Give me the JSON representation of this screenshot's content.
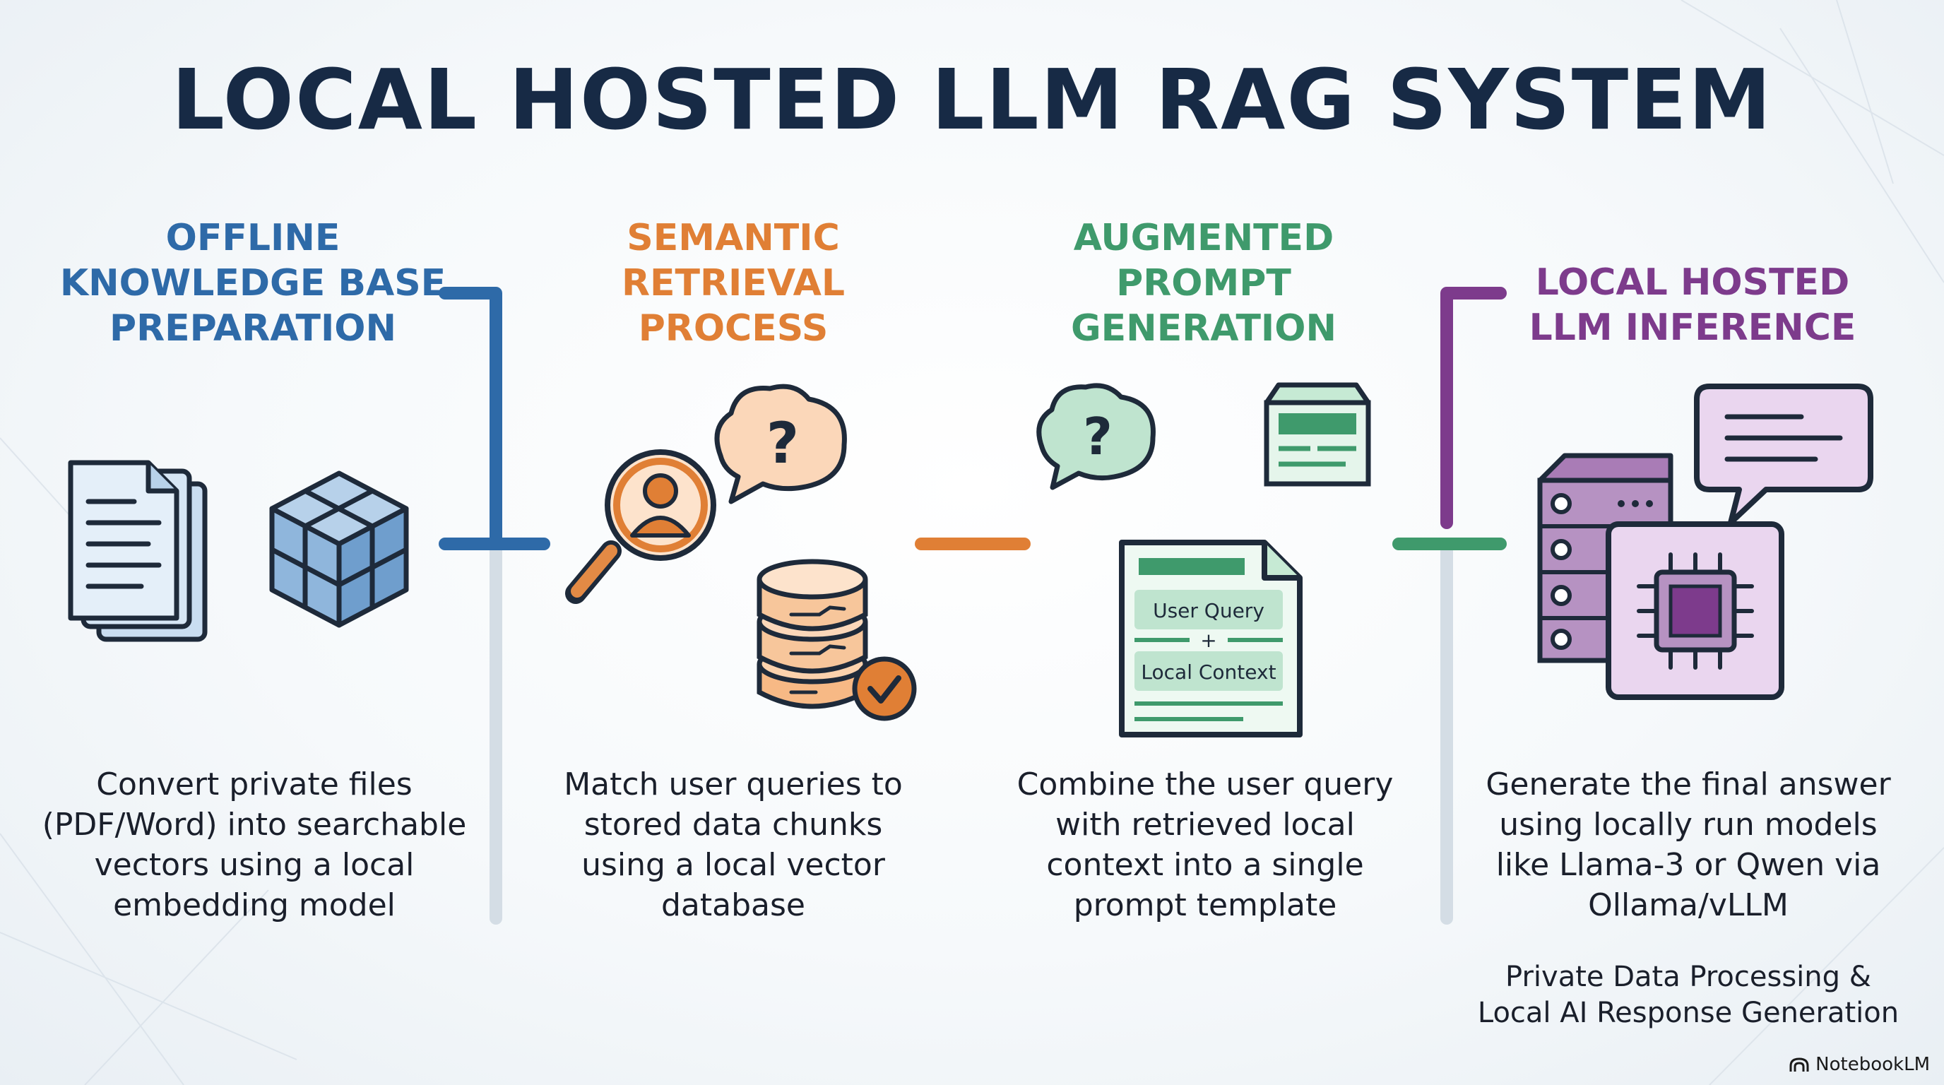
{
  "title": "LOCAL HOSTED LLM RAG SYSTEM",
  "colors": {
    "title": "#172a45",
    "stage1": "#2e6aa8",
    "stage2": "#e07f35",
    "stage3": "#3f9a6c",
    "stage4": "#7d3b8c"
  },
  "stages": [
    {
      "heading": "OFFLINE\nKNOWLEDGE BASE\nPREPARATION",
      "description": "Convert private files\n(PDF/Word) into searchable\nvectors using a local\nembedding model",
      "icons": [
        "documents-icon",
        "cube-icon"
      ]
    },
    {
      "heading": "SEMANTIC\nRETRIEVAL\nPROCESS",
      "description": "Match user queries to\nstored data chunks\nusing a local vector\ndatabase",
      "icons": [
        "question-bubble-icon",
        "magnifier-user-icon",
        "database-check-icon"
      ]
    },
    {
      "heading": "AUGMENTED\nPROMPT\nGENERATION",
      "description": "Combine the user query\nwith retrieved local\ncontext into a single\nprompt template",
      "prompt_card": {
        "query_label": "User Query",
        "plus": "+",
        "context_label": "Local Context"
      },
      "icons": [
        "question-bubble-icon",
        "window-icon",
        "prompt-template-icon"
      ]
    },
    {
      "heading": "LOCAL HOSTED\nLLM INFERENCE",
      "description": "Generate the final answer\nusing locally run models\nlike Llama-3 or Qwen via\nOllama/vLLM",
      "icons": [
        "server-icon",
        "chip-icon",
        "chat-bubble-icon"
      ]
    }
  ],
  "footer_note": "Private Data Processing &\nLocal AI Response Generation",
  "brand": "NotebookLM"
}
